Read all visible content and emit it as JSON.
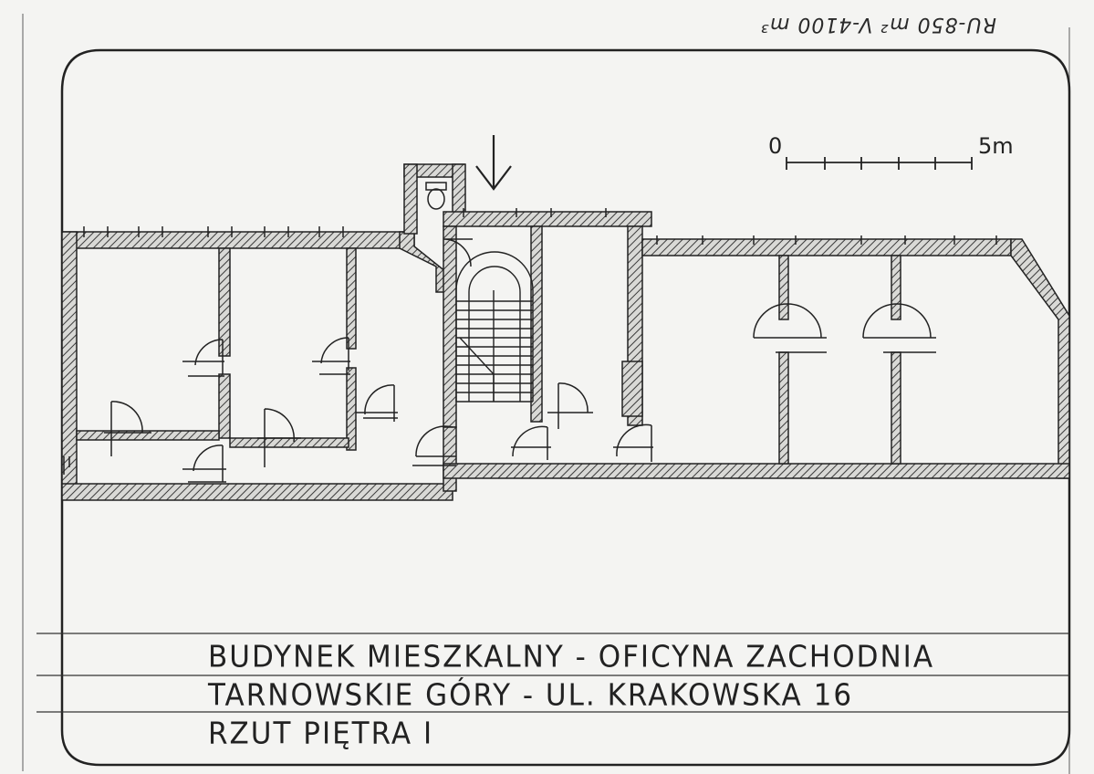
{
  "stamp_text": "RU-850 m² V-4100 m³",
  "scale": {
    "start_label": "0",
    "end_label": "5m"
  },
  "title_block": {
    "line1": "BUDYNEK MIESZKALNY - OFICYNA ZACHODNIA",
    "line2": "TARNOWSKIE GÓRY - UL. KRAKOWSKA 16",
    "line3": "RZUT PIĘTRA I"
  },
  "colors": {
    "ink": "#222222",
    "paper": "#f4f4f2",
    "hatch": "#3a3a3a"
  }
}
